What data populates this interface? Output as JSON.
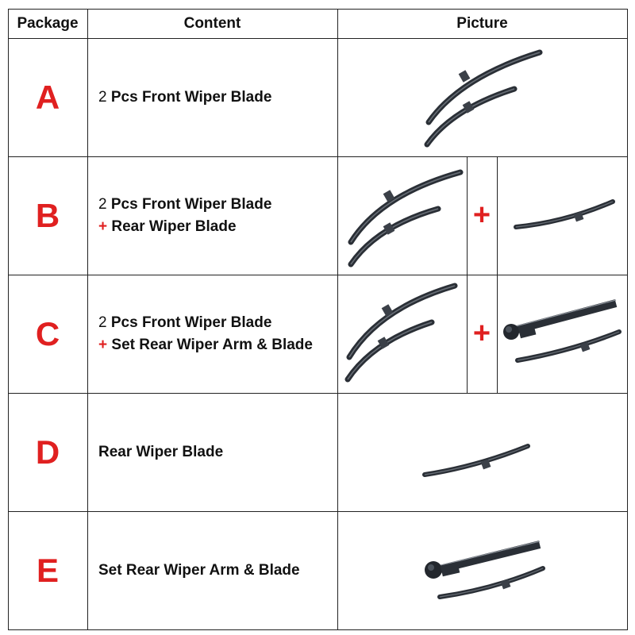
{
  "header": {
    "package": "Package",
    "content": "Content",
    "picture": "Picture"
  },
  "plus_sign": "+",
  "rows": [
    {
      "package": "A",
      "qty": "2",
      "line1": "Pcs Front Wiper Blade",
      "line2": "",
      "picture": [
        "front-wiper-pair-icon"
      ]
    },
    {
      "package": "B",
      "qty": "2",
      "line1": "Pcs Front Wiper Blade",
      "line2": "Rear Wiper Blade",
      "picture": [
        "front-wiper-pair-icon",
        "rear-wiper-blade-icon"
      ]
    },
    {
      "package": "C",
      "qty": "2",
      "line1": "Pcs Front Wiper Blade",
      "line2": "Set Rear Wiper Arm & Blade",
      "picture": [
        "front-wiper-pair-icon",
        "rear-arm-and-blade-icon"
      ]
    },
    {
      "package": "D",
      "line1": "Rear Wiper Blade",
      "picture": [
        "rear-wiper-blade-icon"
      ]
    },
    {
      "package": "E",
      "line1": "Set Rear Wiper Arm & Blade",
      "picture": [
        "rear-arm-and-blade-icon"
      ]
    }
  ],
  "colors": {
    "accent_red": "#e02020",
    "border": "#222222",
    "blade": "#2a2f36"
  }
}
